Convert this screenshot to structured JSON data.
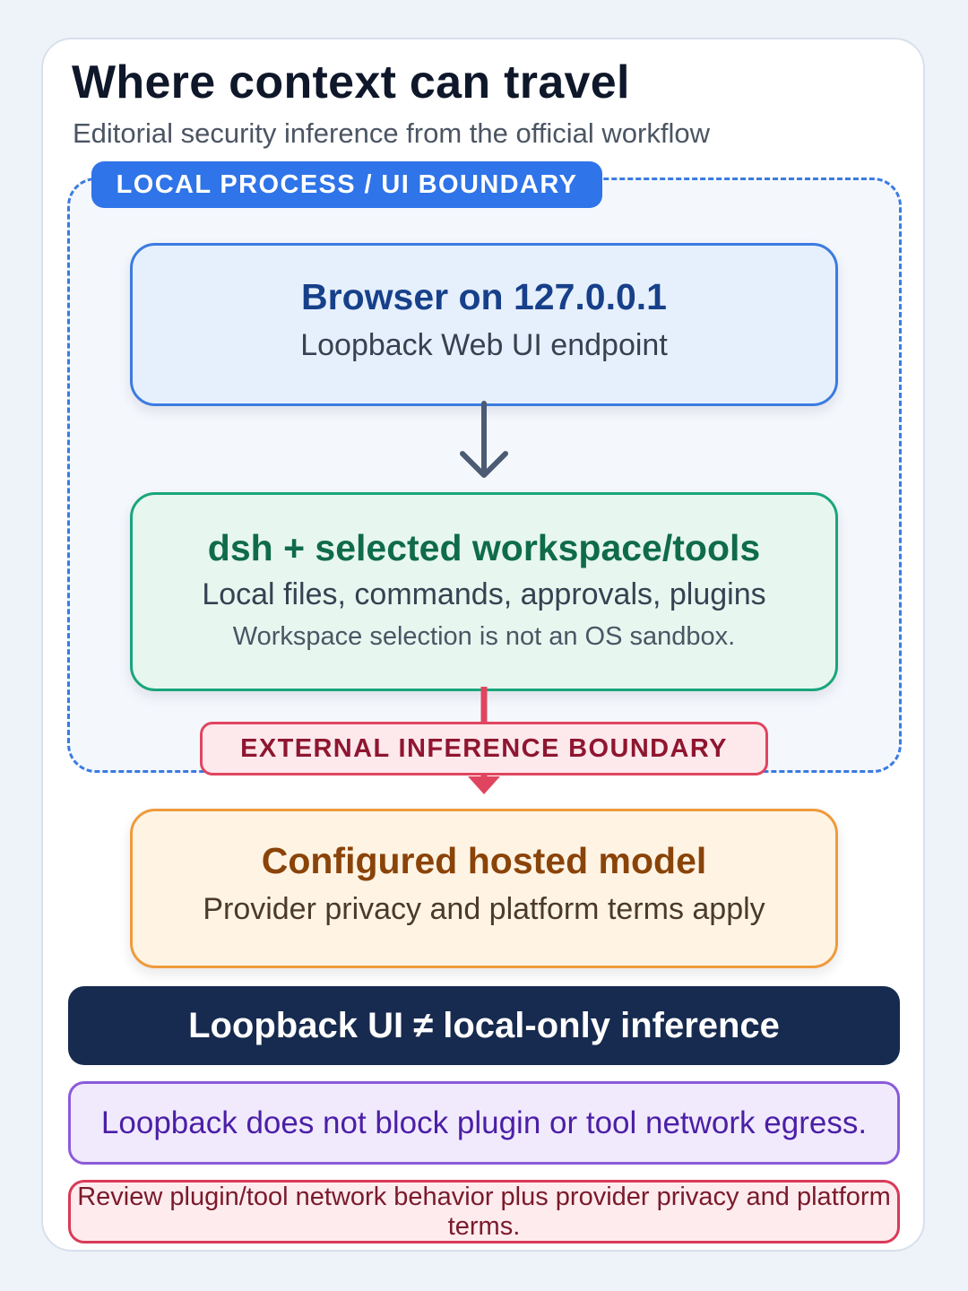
{
  "header": {
    "title": "Where context can travel",
    "subtitle": "Editorial security inference from the official workflow"
  },
  "local_zone": {
    "label": "LOCAL PROCESS / UI BOUNDARY"
  },
  "nodes": {
    "browser": {
      "title": "Browser on 127.0.0.1",
      "subtitle": "Loopback Web UI endpoint"
    },
    "dsh": {
      "title": "dsh + selected workspace/tools",
      "subtitle": "Local files, commands, approvals, plugins",
      "note": "Workspace selection is not an OS sandbox."
    },
    "model": {
      "title": "Configured hosted model",
      "subtitle": "Provider privacy and platform terms apply"
    }
  },
  "external_boundary": {
    "label": "EXTERNAL INFERENCE BOUNDARY"
  },
  "banner": {
    "text": "Loopback UI ≠ local-only inference"
  },
  "notes": {
    "egress": "Loopback does not block plugin or tool network egress.",
    "review": "Review plugin/tool network behavior plus provider privacy and platform terms."
  },
  "colors": {
    "local_accent": "#3b7be0",
    "workspace_accent": "#1aa57a",
    "external_accent": "#e0455f",
    "model_accent": "#ef9a3c",
    "banner_bg": "#172a4f",
    "egress_accent": "#8b5bd9"
  }
}
